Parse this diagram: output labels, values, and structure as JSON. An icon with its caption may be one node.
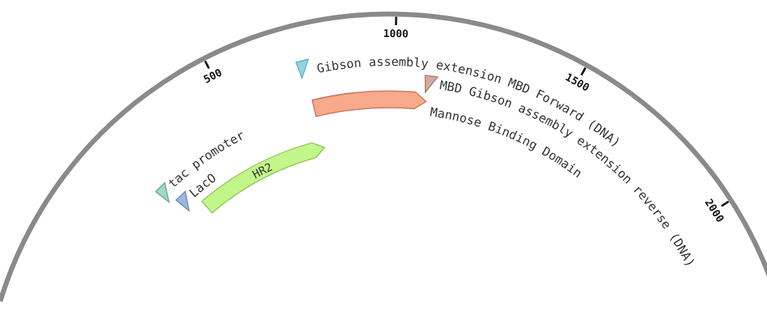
{
  "diagram": {
    "nodes": [
      {
        "text": [
          "tac promoter"
        ]
      },
      {
        "text": [
          "LacO"
        ]
      },
      {
        "text": [
          "HR2"
        ]
      },
      {
        "text": [
          "Gibson assembly extension MBD Forward (DNA)"
        ]
      },
      {
        "text": [
          "Mannose Binding Domain"
        ]
      },
      {
        "text": [
          "MBD Gibson assembly extension reverse (DNA)"
        ]
      }
    ],
    "labels": [
      "500",
      "1000",
      "1500",
      "2000"
    ]
  }
}
